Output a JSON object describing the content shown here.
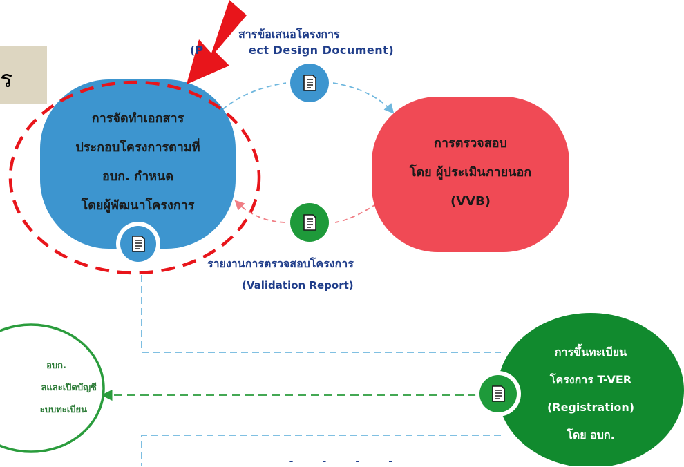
{
  "side_tab": {
    "text": "ร"
  },
  "nodes": {
    "developer": {
      "lines": [
        "การจัดทำเอกสาร",
        "ประกอบโครงการตามที่",
        "อบก. กำหนด",
        "โดยผู้พัฒนาโครงการ"
      ],
      "color": "#3d95cf"
    },
    "vvb": {
      "lines": [
        "การตรวจสอบ",
        "โดย ผู้ประเมินภายนอก",
        "(VVB)"
      ],
      "color": "#f04a55"
    },
    "registration": {
      "lines": [
        "การขึ้นทะเบียน",
        "โครงการ T-VER",
        "(Registration)",
        "โดย อบก."
      ],
      "color": "#118a2e"
    },
    "tgo": {
      "lines": [
        "อบก.",
        "ลและเปิดบัญชี",
        "ะบบทะเบียน"
      ],
      "border_color": "#2a9c3c"
    }
  },
  "captions": {
    "pdd_line1": "สารข้อเสนอโครงการ",
    "pdd_line2": "ect Design Document)",
    "pdd_paren": "(P",
    "validation_line1": "รายงานการตรวจสอบโครงการ",
    "validation_line2": "(Validation Report)",
    "bottom_cut": "⁃ ⁃ ⁃ ⁃"
  },
  "colors": {
    "caption_text": "#1f3d8a",
    "dash_blue": "#6fb7de",
    "dash_red": "#f07d84",
    "dash_green": "#2a9c3c",
    "highlight_red": "#e8151b",
    "doc_icon_blue": "#3d95cf",
    "doc_icon_green": "#1e9a3a"
  },
  "icons": [
    "document-icon",
    "arrow-icon"
  ]
}
